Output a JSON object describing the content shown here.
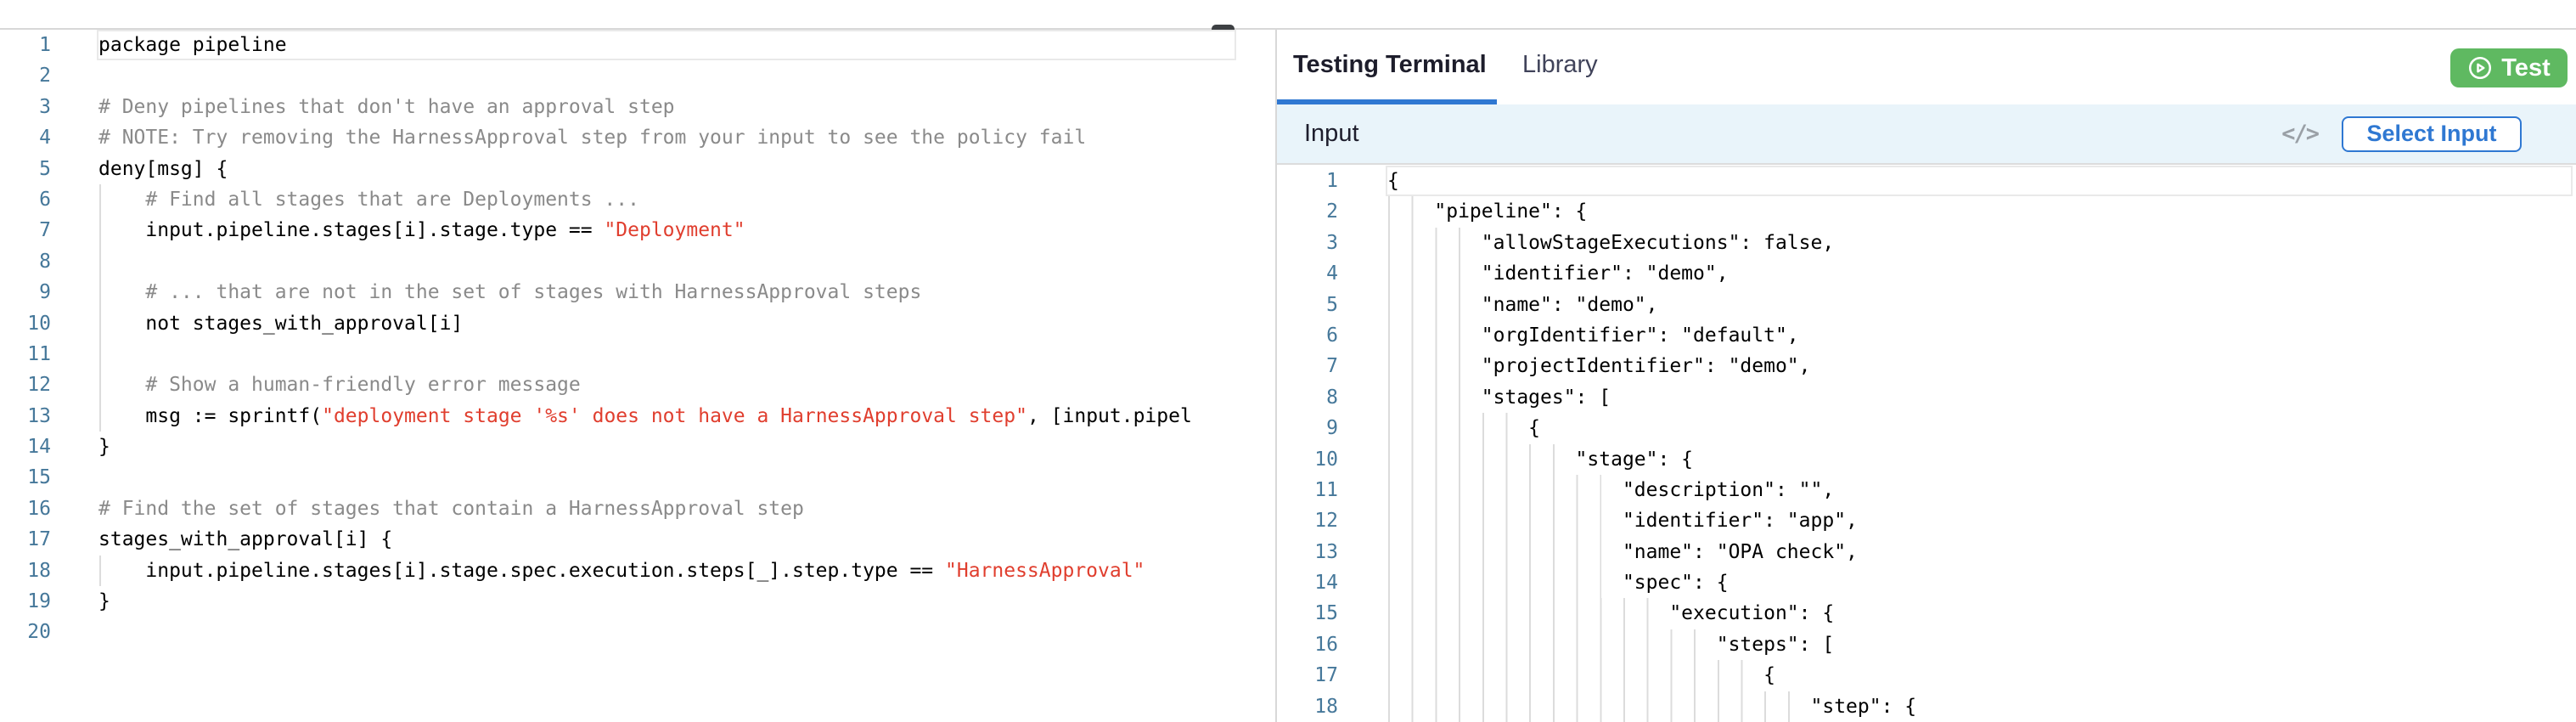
{
  "colors": {
    "accent_blue": "#2f78d2",
    "test_green": "#5fb961",
    "string_red": "#e03e2e",
    "comment_gray": "#8a8a8a",
    "line_number_blue": "#46789a",
    "input_bar_bg": "#e9f4fa"
  },
  "tabs": {
    "testing_terminal": "Testing Terminal",
    "library": "Library"
  },
  "test_button": {
    "label": "Test",
    "icon": "circle-play-icon"
  },
  "input_bar": {
    "title": "Input",
    "code_icon_glyph": "</>",
    "select_button_label": "Select Input"
  },
  "left_editor": {
    "lines": [
      {
        "n": "1",
        "cur": true,
        "g": 0,
        "parts": [
          [
            "code",
            "package pipeline"
          ]
        ]
      },
      {
        "n": "2",
        "g": 0,
        "parts": []
      },
      {
        "n": "3",
        "g": 0,
        "parts": [
          [
            "comment",
            "# Deny pipelines that don't have an approval step"
          ]
        ]
      },
      {
        "n": "4",
        "g": 0,
        "parts": [
          [
            "comment",
            "# NOTE: Try removing the HarnessApproval step from your input to see the policy fail"
          ]
        ]
      },
      {
        "n": "5",
        "g": 0,
        "parts": [
          [
            "code",
            "deny[msg] {"
          ]
        ]
      },
      {
        "n": "6",
        "g": 1,
        "parts": [
          [
            "code",
            "    "
          ],
          [
            "comment",
            "# Find all stages that are Deployments ..."
          ]
        ]
      },
      {
        "n": "7",
        "g": 1,
        "parts": [
          [
            "code",
            "    input.pipeline.stages[i].stage.type == "
          ],
          [
            "string",
            "\"Deployment\""
          ]
        ]
      },
      {
        "n": "8",
        "g": 1,
        "parts": []
      },
      {
        "n": "9",
        "g": 1,
        "parts": [
          [
            "code",
            "    "
          ],
          [
            "comment",
            "# ... that are not in the set of stages with HarnessApproval steps"
          ]
        ]
      },
      {
        "n": "10",
        "g": 1,
        "parts": [
          [
            "code",
            "    not stages_with_approval[i]"
          ]
        ]
      },
      {
        "n": "11",
        "g": 1,
        "parts": []
      },
      {
        "n": "12",
        "g": 1,
        "parts": [
          [
            "code",
            "    "
          ],
          [
            "comment",
            "# Show a human-friendly error message"
          ]
        ]
      },
      {
        "n": "13",
        "g": 1,
        "parts": [
          [
            "code",
            "    msg := sprintf("
          ],
          [
            "string",
            "\"deployment stage '%s' does not have a HarnessApproval step\""
          ],
          [
            "code",
            ", [input.pipel"
          ]
        ]
      },
      {
        "n": "14",
        "g": 0,
        "parts": [
          [
            "code",
            "}"
          ]
        ]
      },
      {
        "n": "15",
        "g": 0,
        "parts": []
      },
      {
        "n": "16",
        "g": 0,
        "parts": [
          [
            "comment",
            "# Find the set of stages that contain a HarnessApproval step"
          ]
        ]
      },
      {
        "n": "17",
        "g": 0,
        "parts": [
          [
            "code",
            "stages_with_approval[i] {"
          ]
        ]
      },
      {
        "n": "18",
        "g": 1,
        "parts": [
          [
            "code",
            "    input.pipeline.stages[i].stage.spec.execution.steps[_].step.type == "
          ],
          [
            "string",
            "\"HarnessApproval\""
          ]
        ]
      },
      {
        "n": "19",
        "g": 0,
        "parts": [
          [
            "code",
            "}"
          ]
        ]
      },
      {
        "n": "20",
        "g": 0,
        "parts": []
      }
    ]
  },
  "right_editor": {
    "lines": [
      {
        "n": "1",
        "cur": true,
        "g": 0,
        "parts": [
          [
            "code",
            "{"
          ]
        ]
      },
      {
        "n": "2",
        "g": 2,
        "parts": [
          [
            "code",
            "    \"pipeline\": {"
          ]
        ]
      },
      {
        "n": "3",
        "g": 4,
        "parts": [
          [
            "code",
            "        \"allowStageExecutions\": false,"
          ]
        ]
      },
      {
        "n": "4",
        "g": 4,
        "parts": [
          [
            "code",
            "        \"identifier\": \"demo\","
          ]
        ]
      },
      {
        "n": "5",
        "g": 4,
        "parts": [
          [
            "code",
            "        \"name\": \"demo\","
          ]
        ]
      },
      {
        "n": "6",
        "g": 4,
        "parts": [
          [
            "code",
            "        \"orgIdentifier\": \"default\","
          ]
        ]
      },
      {
        "n": "7",
        "g": 4,
        "parts": [
          [
            "code",
            "        \"projectIdentifier\": \"demo\","
          ]
        ]
      },
      {
        "n": "8",
        "g": 4,
        "parts": [
          [
            "code",
            "        \"stages\": ["
          ]
        ]
      },
      {
        "n": "9",
        "g": 6,
        "parts": [
          [
            "code",
            "            {"
          ]
        ]
      },
      {
        "n": "10",
        "g": 8,
        "parts": [
          [
            "code",
            "                \"stage\": {"
          ]
        ]
      },
      {
        "n": "11",
        "g": 10,
        "parts": [
          [
            "code",
            "                    \"description\": \"\","
          ]
        ]
      },
      {
        "n": "12",
        "g": 10,
        "parts": [
          [
            "code",
            "                    \"identifier\": \"app\","
          ]
        ]
      },
      {
        "n": "13",
        "g": 10,
        "parts": [
          [
            "code",
            "                    \"name\": \"OPA check\","
          ]
        ]
      },
      {
        "n": "14",
        "g": 10,
        "parts": [
          [
            "code",
            "                    \"spec\": {"
          ]
        ]
      },
      {
        "n": "15",
        "g": 12,
        "parts": [
          [
            "code",
            "                        \"execution\": {"
          ]
        ]
      },
      {
        "n": "16",
        "g": 14,
        "parts": [
          [
            "code",
            "                            \"steps\": ["
          ]
        ]
      },
      {
        "n": "17",
        "g": 16,
        "parts": [
          [
            "code",
            "                                {"
          ]
        ]
      },
      {
        "n": "18",
        "g": 18,
        "parts": [
          [
            "code",
            "                                    \"step\": {"
          ]
        ]
      }
    ]
  }
}
